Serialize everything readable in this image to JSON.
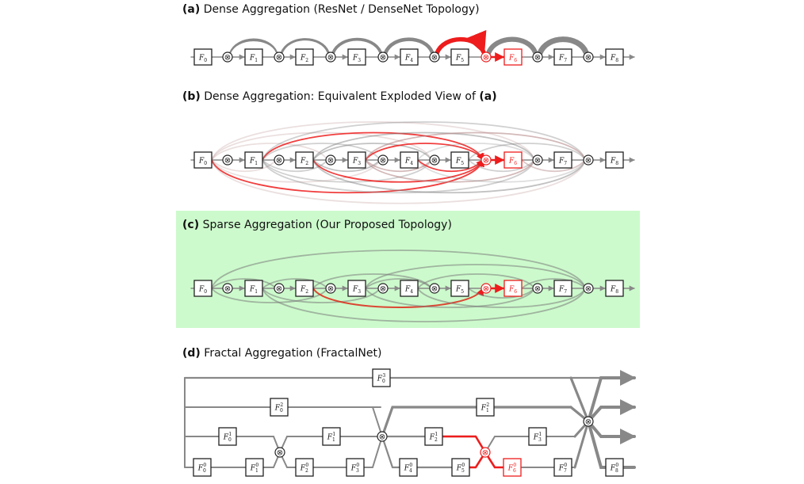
{
  "panels": {
    "a": {
      "tag": "(a)",
      "title": "Dense Aggregation (ResNet / DenseNet Topology)"
    },
    "b": {
      "tag": "(b)",
      "title": "Dense Aggregation: Equivalent Exploded View of",
      "title_tail": "(a)"
    },
    "c": {
      "tag": "(c)",
      "title": "Sparse Aggregation (Our Proposed Topology)"
    },
    "d": {
      "tag": "(d)",
      "title": "Fractal Aggregation (FractalNet)"
    }
  },
  "chain_nodes": [
    "F0",
    "F1",
    "F2",
    "F3",
    "F4",
    "F5",
    "F6",
    "F7",
    "F8"
  ],
  "highlight_node": "F6",
  "fractal_nodes": {
    "level3": [
      "F0^3"
    ],
    "level2": [
      "F0^2",
      "F1^2"
    ],
    "level1": [
      "F0^1",
      "F1^1",
      "F2^1",
      "F3^1"
    ],
    "level0": [
      "F0^0",
      "F1^0",
      "F2^0",
      "F3^0",
      "F4^0",
      "F5^0",
      "F6^0",
      "F7^0",
      "F8^0"
    ]
  },
  "colors": {
    "highlight_bg": "#ccfacc",
    "accent": "#ee1c1c",
    "edge": "#888888",
    "node_border": "#222222"
  },
  "aggregation_symbol": "⊗"
}
